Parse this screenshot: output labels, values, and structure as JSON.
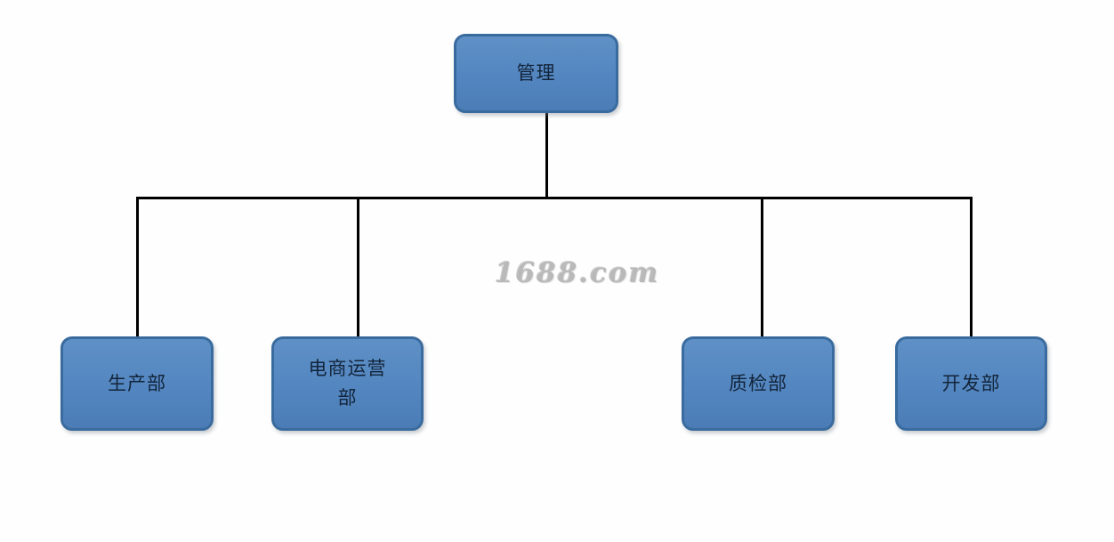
{
  "diagram": {
    "type": "organization-chart",
    "title": "",
    "background_color": "#fefefe",
    "node_fill_color": "#5386c0",
    "node_border_color": "#3a6b9e",
    "node_text_color": "#12243a",
    "connector_color": "#000000",
    "root": {
      "id": "root",
      "label": "管理"
    },
    "children": [
      {
        "id": "child-1",
        "label": "生产部"
      },
      {
        "id": "child-2",
        "label": "电商运营\n部"
      },
      {
        "id": "child-3",
        "label": "质检部"
      },
      {
        "id": "child-4",
        "label": "开发部"
      }
    ]
  },
  "watermark": {
    "text": "1688.com",
    "color": "#b9b9b9"
  }
}
